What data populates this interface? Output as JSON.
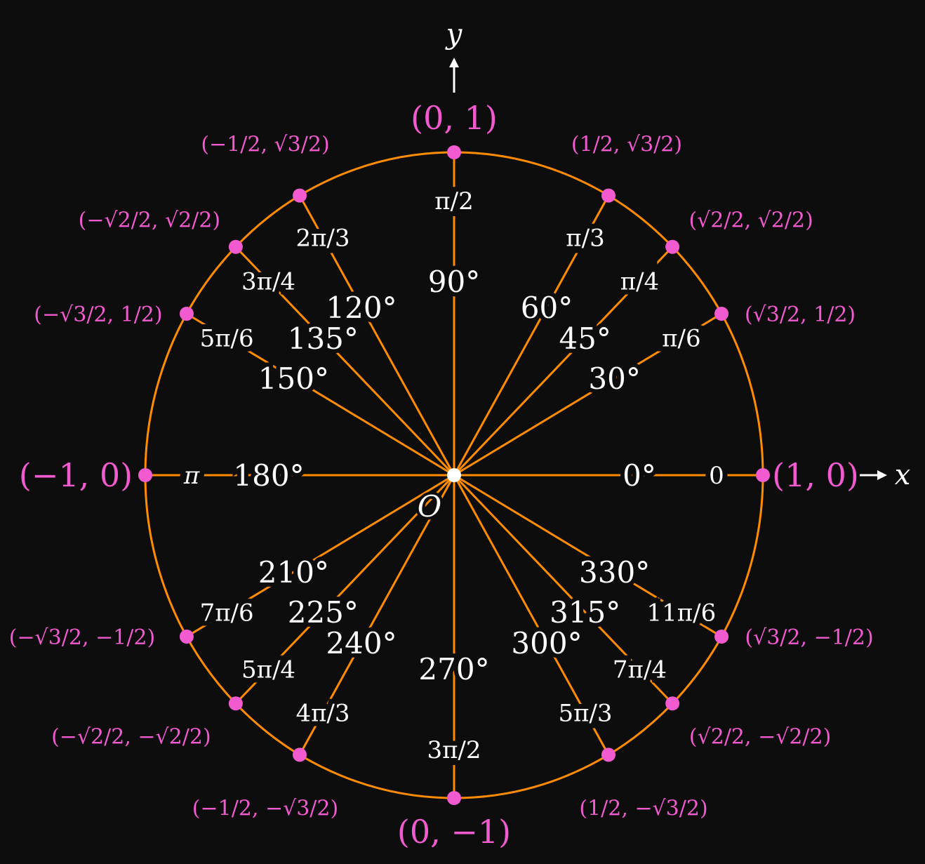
{
  "colors": {
    "background": "#0d0d0d",
    "circle": "#ff8c00",
    "points": "#f25ad0",
    "labels": "#ffffff"
  },
  "axes": {
    "x_label": "x",
    "y_label": "y",
    "origin_label": "O"
  },
  "unit_circle": {
    "points": [
      {
        "angle_deg": 0,
        "degrees": "0°",
        "radians": "0",
        "x": "1",
        "y": "0"
      },
      {
        "angle_deg": 30,
        "degrees": "30°",
        "radians": "π/6",
        "x": "√3/2",
        "y": "1/2"
      },
      {
        "angle_deg": 45,
        "degrees": "45°",
        "radians": "π/4",
        "x": "√2/2",
        "y": "√2/2"
      },
      {
        "angle_deg": 60,
        "degrees": "60°",
        "radians": "π/3",
        "x": "1/2",
        "y": "√3/2"
      },
      {
        "angle_deg": 90,
        "degrees": "90°",
        "radians": "π/2",
        "x": "0",
        "y": "1"
      },
      {
        "angle_deg": 120,
        "degrees": "120°",
        "radians": "2π/3",
        "x": "−1/2",
        "y": "√3/2"
      },
      {
        "angle_deg": 135,
        "degrees": "135°",
        "radians": "3π/4",
        "x": "−√2/2",
        "y": "√2/2"
      },
      {
        "angle_deg": 150,
        "degrees": "150°",
        "radians": "5π/6",
        "x": "−√3/2",
        "y": "1/2"
      },
      {
        "angle_deg": 180,
        "degrees": "180°",
        "radians": "π",
        "x": "−1",
        "y": "0"
      },
      {
        "angle_deg": 210,
        "degrees": "210°",
        "radians": "7π/6",
        "x": "−√3/2",
        "y": "−1/2"
      },
      {
        "angle_deg": 225,
        "degrees": "225°",
        "radians": "5π/4",
        "x": "−√2/2",
        "y": "−√2/2"
      },
      {
        "angle_deg": 240,
        "degrees": "240°",
        "radians": "4π/3",
        "x": "−1/2",
        "y": "−√3/2"
      },
      {
        "angle_deg": 270,
        "degrees": "270°",
        "radians": "3π/2",
        "x": "0",
        "y": "−1"
      },
      {
        "angle_deg": 300,
        "degrees": "300°",
        "radians": "5π/3",
        "x": "1/2",
        "y": "−√3/2"
      },
      {
        "angle_deg": 315,
        "degrees": "315°",
        "radians": "7π/4",
        "x": "√2/2",
        "y": "−√2/2"
      },
      {
        "angle_deg": 330,
        "degrees": "330°",
        "radians": "11π/6",
        "x": "√3/2",
        "y": "−1/2"
      }
    ]
  }
}
